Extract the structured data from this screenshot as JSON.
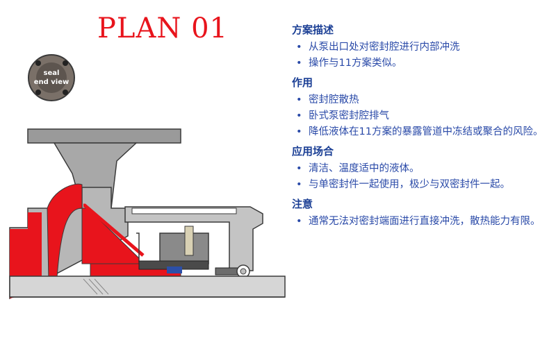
{
  "title": "PLAN 01",
  "end_view_label": "seal\nend view",
  "sections": [
    {
      "heading": "方案描述",
      "items": [
        "从泵出口处对密封腔进行内部冲洗",
        "操作与11方案类似。"
      ]
    },
    {
      "heading": "作用",
      "items": [
        "密封腔散热",
        "卧式泵密封腔排气",
        "降低液体在11方案的暴露管道中冻结或聚合的风险。"
      ]
    },
    {
      "heading": "应用场合",
      "items": [
        "清洁、温度适中的液体。",
        "与单密封件一起使用，极少与双密封件一起。"
      ]
    },
    {
      "heading": "注意",
      "items": [
        "通常无法对密封端面进行直接冲洗，散热能力有限。"
      ]
    }
  ],
  "colors": {
    "title": "#e8141c",
    "heading": "#1b3f95",
    "text": "#2a4aa8",
    "red": "#e8141c",
    "metal": "#b3b3b3",
    "dark_metal": "#6f6f6f"
  }
}
